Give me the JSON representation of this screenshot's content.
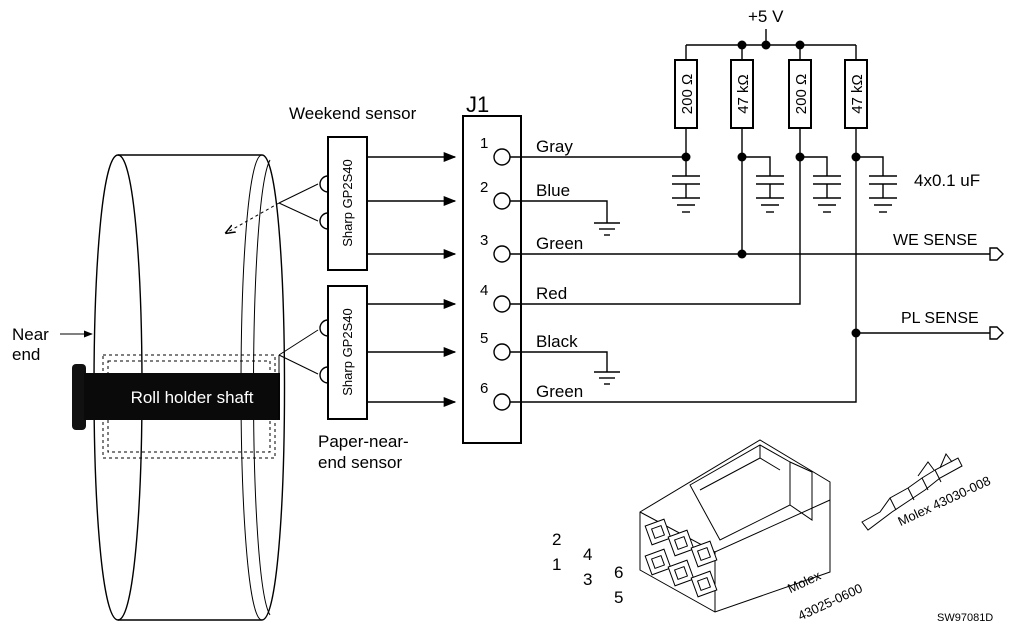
{
  "supply": "+5 V",
  "connector": {
    "name": "J1",
    "pins": [
      {
        "num": "1",
        "color": "Gray"
      },
      {
        "num": "2",
        "color": "Blue"
      },
      {
        "num": "3",
        "color": "Green"
      },
      {
        "num": "4",
        "color": "Red"
      },
      {
        "num": "5",
        "color": "Black"
      },
      {
        "num": "6",
        "color": "Green"
      }
    ]
  },
  "resistors": [
    "200 Ω",
    "47 kΩ",
    "200 Ω",
    "47 kΩ"
  ],
  "capacitors_label": "4x0.1 uF",
  "signals": {
    "we": "WE SENSE",
    "pl": "PL SENSE"
  },
  "sensors": {
    "top_label": "Weekend sensor",
    "bottom_label_line1": "Paper-near-",
    "bottom_label_line2": "end sensor",
    "part": "Sharp GP2S40"
  },
  "roll": {
    "shaft_label": "Roll holder shaft",
    "near_end_line1": "Near",
    "near_end_line2": "end"
  },
  "molex": {
    "housing_line1": "Molex",
    "housing_line2": "43025-0600",
    "terminal": "Molex 43030-008",
    "pin_numbers": [
      "2",
      "1",
      "4",
      "3",
      "6",
      "5"
    ]
  },
  "drawing_id": "SW97081D"
}
